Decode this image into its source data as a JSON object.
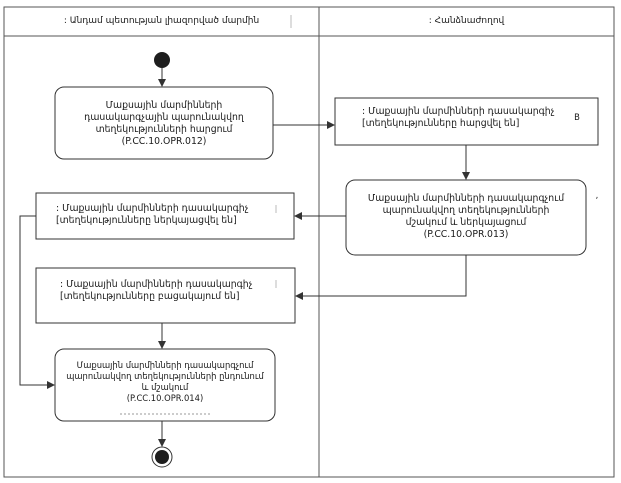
{
  "swimlanes": {
    "left": {
      "title": ": Անդամ պետության լիազորված մարմին"
    },
    "right": {
      "title": ": Հանձնաժողով"
    }
  },
  "nodes": {
    "n1": {
      "lines": [
        "Մաքսային մարմինների",
        "դասակարգչային պարունակվող",
        "տեղեկությունների հարցում",
        "(P.CC.10.OPR.012)"
      ]
    },
    "n2": {
      "lines": [
        ": Մաքսային մարմինների դասակարգիչ",
        "[տեղեկությունները հարցվել են]"
      ]
    },
    "n3": {
      "lines": [
        "Մաքսային մարմինների դասակարգչում",
        "պարունակվող տեղեկությունների",
        "մշակում և ներկայացում",
        "(P.CC.10.OPR.013)"
      ]
    },
    "n4": {
      "lines": [
        ": Մաքսային մարմինների դասակարգիչ",
        "[տեղեկությունները ներկայացվել են]"
      ]
    },
    "n5": {
      "lines": [
        ": Մաքսային մարմինների դասակարգիչ",
        "[տեղեկությունները բացակայում են]"
      ]
    },
    "n6": {
      "lines": [
        "Մաքսային մարմինների դասակարգչում",
        "պարունակվող տեղեկությունների ընդունում",
        "և մշակում",
        "(P.CC.10.OPR.014)"
      ]
    }
  },
  "marks": {
    "b_mark": "B",
    "comma_mark": ","
  },
  "colors": {
    "line": "#333333",
    "start_node": "#1e1e1e",
    "background": "#ffffff"
  }
}
